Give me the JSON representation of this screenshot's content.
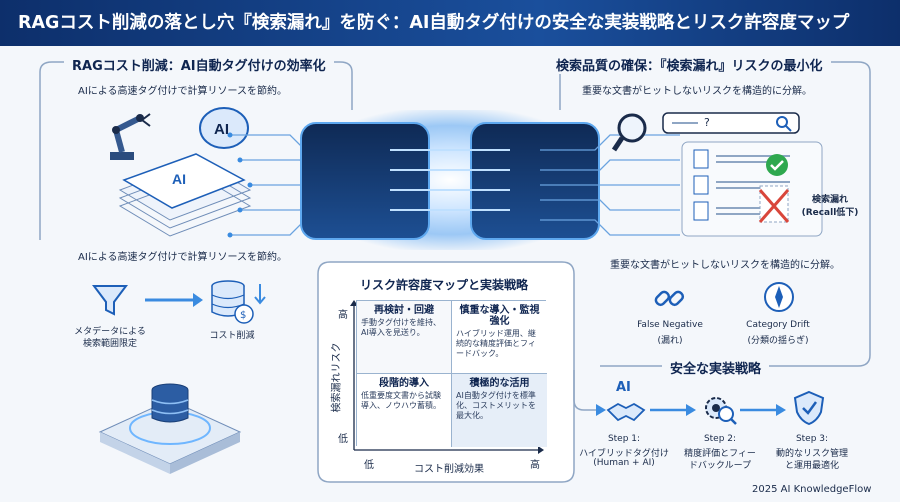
{
  "title": "RAGコスト削減の落とし穴『検索漏れ』を防ぐ：AI自動タグ付けの安全な実装戦略とリスク許容度マップ",
  "left_panel": {
    "title": "RAGコスト削減：AI自動タグ付けの効率化",
    "subtitle": "AIによる高速タグ付けで計算リソースを節約。",
    "subtitle2": "AIによる高速タグ付けで計算リソースを節約。",
    "doc_label": "AI",
    "robot_label": "AI",
    "funnel_label": "メタデータによる\n検索範囲限定",
    "funnel_line1": "メタデータによる",
    "funnel_line2": "検索範囲限定",
    "cost_label": "コスト削減"
  },
  "right_panel": {
    "title": "検索品質の確保：『検索漏れ』リスクの最小化",
    "subtitle": "重要な文書がヒットしないリスクを構造的に分解。",
    "subtitle2": "重要な文書がヒットしないリスクを構造的に分解。",
    "search_placeholder": "?",
    "miss_label_1": "検索漏れ",
    "miss_label_2": "(Recall低下)",
    "risk1_en": "False Negative",
    "risk1_jp": "(漏れ)",
    "risk2_en": "Category Drift",
    "risk2_jp": "(分類の揺らぎ)"
  },
  "matrix": {
    "title": "リスク許容度マップと実装戦略",
    "y_axis": "検索漏れリスク",
    "y_high": "高",
    "y_low": "低",
    "x_axis": "コスト削減効果",
    "x_low": "低",
    "x_high": "高",
    "cells": [
      {
        "head": "再検討・回避",
        "body": "手動タグ付けを維持、AI導入を見送り。"
      },
      {
        "head": "慎重な導入・監視強化",
        "body": "ハイブリッド運用、継続的な精度評価とフィードバック。"
      },
      {
        "head": "段階的導入",
        "body": "低重要度文書から試験導入、ノウハウ蓄積。"
      },
      {
        "head": "積極的な活用",
        "body": "AI自動タグ付けを標準化、コストメリットを最大化。"
      }
    ]
  },
  "strategy": {
    "title": "安全な実装戦略",
    "ai_label": "AI",
    "steps": [
      {
        "step": "Step 1:",
        "line1": "ハイブリッドタグ付け",
        "line2": "(Human + AI)"
      },
      {
        "step": "Step 2:",
        "line1": "精度評価とフィー",
        "line2": "ドバックループ"
      },
      {
        "step": "Step 3:",
        "line1": "動的なリスク管理",
        "line2": "と運用最適化"
      }
    ]
  },
  "footer": "2025 AI KnowledgeFlow",
  "colors": {
    "navy": "#0d2f6b",
    "blue": "#1d5fb8",
    "accent": "#3a8be0",
    "red": "#d9463b",
    "green": "#2fa84f"
  }
}
